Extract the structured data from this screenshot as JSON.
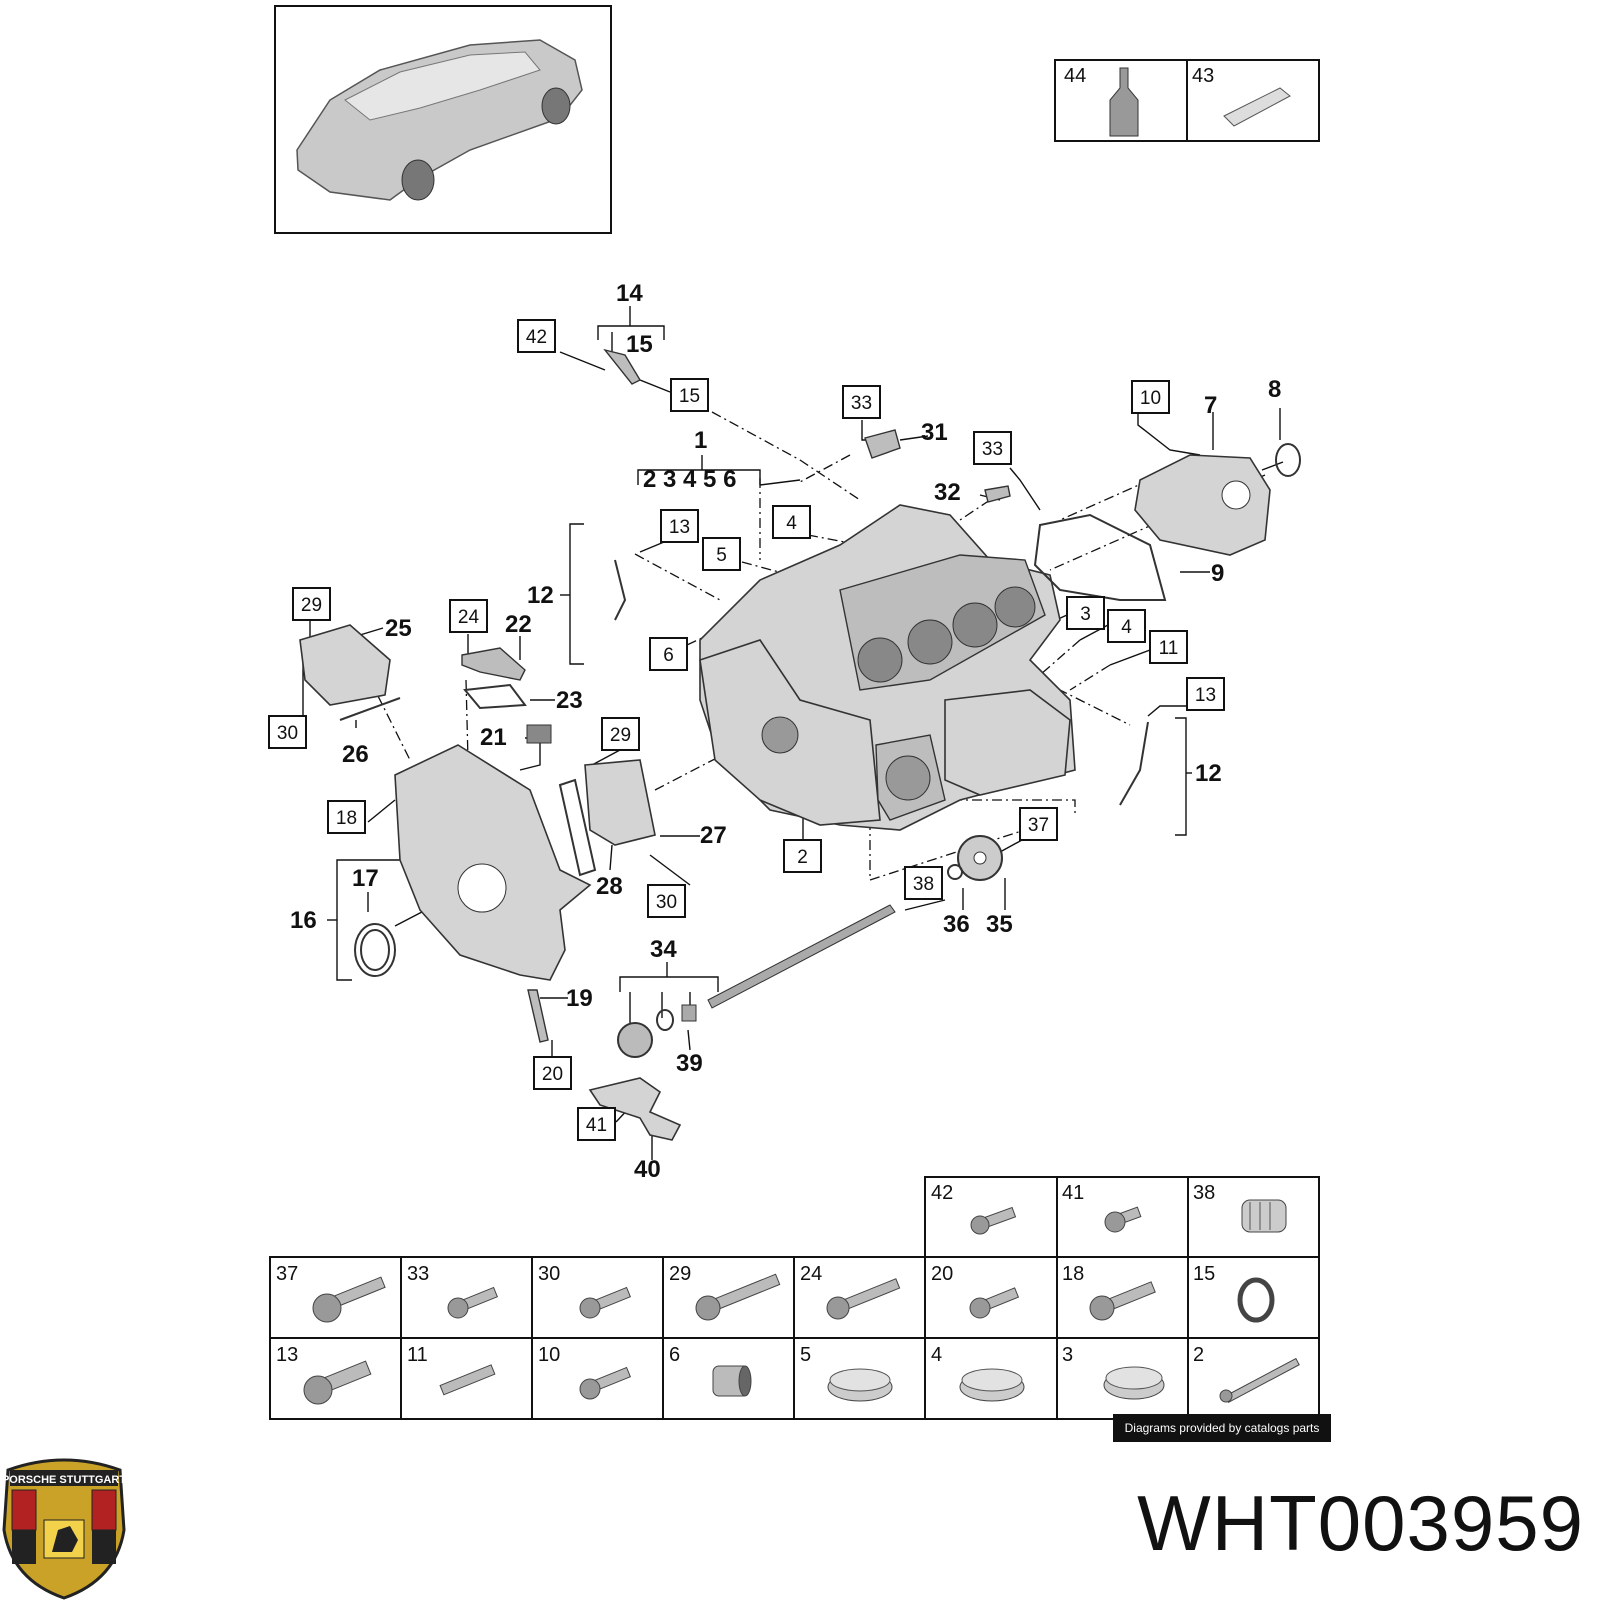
{
  "part_number": "WHT003959",
  "credit": "Diagrams provided by catalogs parts",
  "logo_text": "PORSCHE STUTTGART",
  "callouts": [
    {
      "t": "14"
    },
    {
      "t": "15"
    },
    {
      "t": "1"
    },
    {
      "t": "2 3 4 5 6"
    },
    {
      "t": "31"
    },
    {
      "t": "32"
    },
    {
      "t": "7"
    },
    {
      "t": "8"
    },
    {
      "t": "9"
    },
    {
      "t": "12"
    },
    {
      "t": "25"
    },
    {
      "t": "22"
    },
    {
      "t": "23"
    },
    {
      "t": "21"
    },
    {
      "t": "26"
    },
    {
      "t": "27"
    },
    {
      "t": "28"
    },
    {
      "t": "12"
    },
    {
      "t": "17"
    },
    {
      "t": "16"
    },
    {
      "t": "19"
    },
    {
      "t": "34"
    },
    {
      "t": "39"
    },
    {
      "t": "36"
    },
    {
      "t": "35"
    },
    {
      "t": "40"
    }
  ],
  "boxed": [
    {
      "t": "42"
    },
    {
      "t": "15"
    },
    {
      "t": "33"
    },
    {
      "t": "33"
    },
    {
      "t": "10"
    },
    {
      "t": "13"
    },
    {
      "t": "4"
    },
    {
      "t": "5"
    },
    {
      "t": "6"
    },
    {
      "t": "3"
    },
    {
      "t": "4"
    },
    {
      "t": "11"
    },
    {
      "t": "13"
    },
    {
      "t": "29"
    },
    {
      "t": "24"
    },
    {
      "t": "30"
    },
    {
      "t": "29"
    },
    {
      "t": "18"
    },
    {
      "t": "30"
    },
    {
      "t": "2"
    },
    {
      "t": "37"
    },
    {
      "t": "38"
    },
    {
      "t": "20"
    },
    {
      "t": "41"
    }
  ],
  "top_table": [
    {
      "t": "44"
    },
    {
      "t": "43"
    }
  ],
  "parts_table": {
    "row0": [
      {
        "t": "42"
      },
      {
        "t": "41"
      },
      {
        "t": "38"
      }
    ],
    "row1": [
      {
        "t": "37"
      },
      {
        "t": "33"
      },
      {
        "t": "30"
      },
      {
        "t": "29"
      },
      {
        "t": "24"
      },
      {
        "t": "20"
      },
      {
        "t": "18"
      },
      {
        "t": "15"
      }
    ],
    "row2": [
      {
        "t": "13"
      },
      {
        "t": "11"
      },
      {
        "t": "10"
      },
      {
        "t": "6"
      },
      {
        "t": "5"
      },
      {
        "t": "4"
      },
      {
        "t": "3"
      },
      {
        "t": "2"
      }
    ]
  }
}
